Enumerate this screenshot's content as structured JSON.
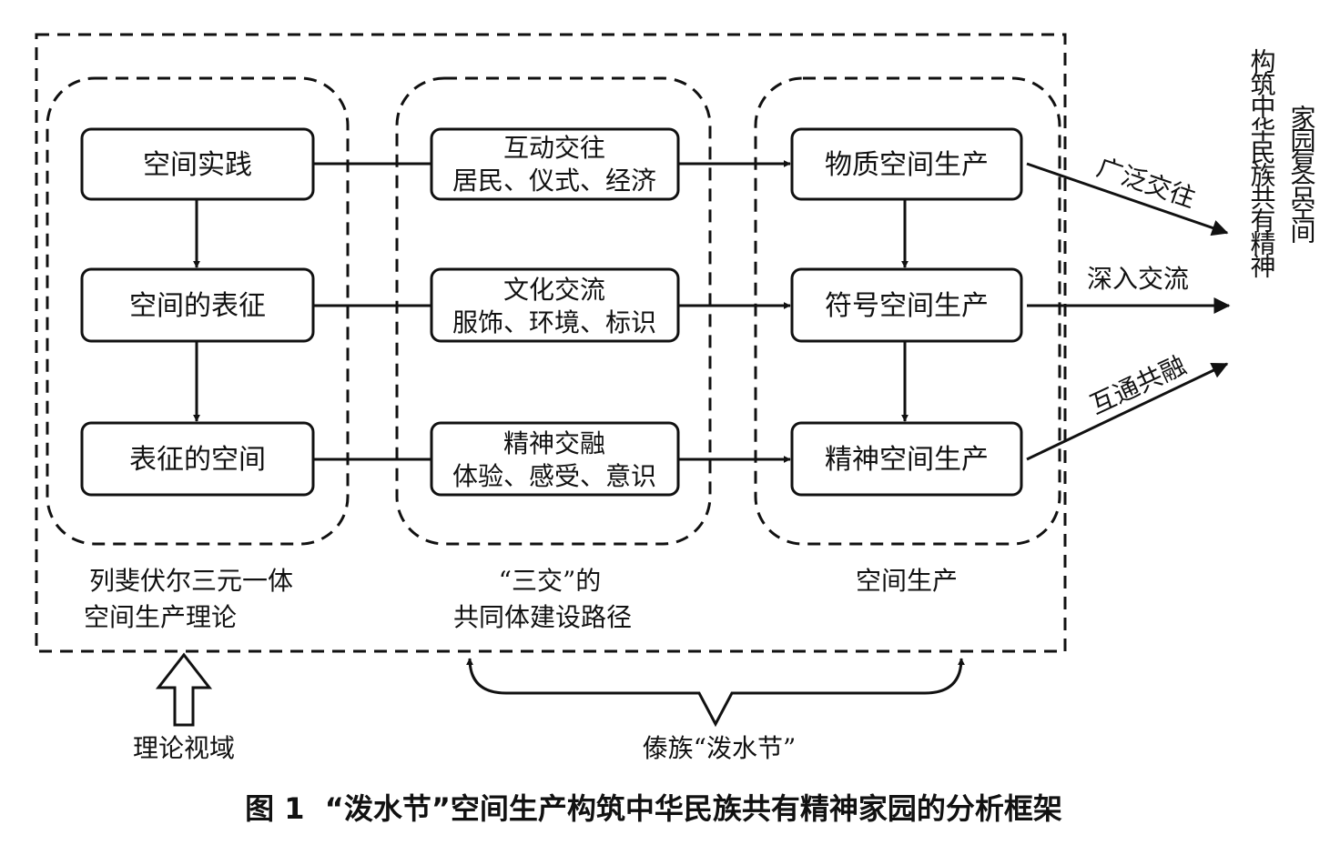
{
  "left_column": {
    "nodes": [
      "空间实践",
      "空间的表征",
      "表征的空间"
    ],
    "label_line1": "列斐伏尔三元一体",
    "label_line2": "空间生产理论"
  },
  "middle_column": {
    "nodes": [
      {
        "title": "互动交往",
        "detail": "居民、仪式、经济"
      },
      {
        "title": "文化交流",
        "detail": "服饰、环境、标识"
      },
      {
        "title": "精神交融",
        "detail": "体验、感受、意识"
      }
    ],
    "label_line1": "“三交”的",
    "label_line2": "共同体建设路径"
  },
  "right_column": {
    "nodes": [
      "物质空间生产",
      "符号空间生产",
      "精神空间生产"
    ],
    "label": "空间生产"
  },
  "outputs": {
    "arrow_labels": [
      "广泛交往",
      "深入交流",
      "互通共融"
    ],
    "target_col1": "家园复合空间",
    "target_col2": "构筑中华民族共有精神"
  },
  "bottom": {
    "theory_label": "理论视域",
    "festival_label": "傣族“泼水节”"
  },
  "caption": "图 1  “泼水节”空间生产构筑中华民族共有精神家园的分析框架"
}
